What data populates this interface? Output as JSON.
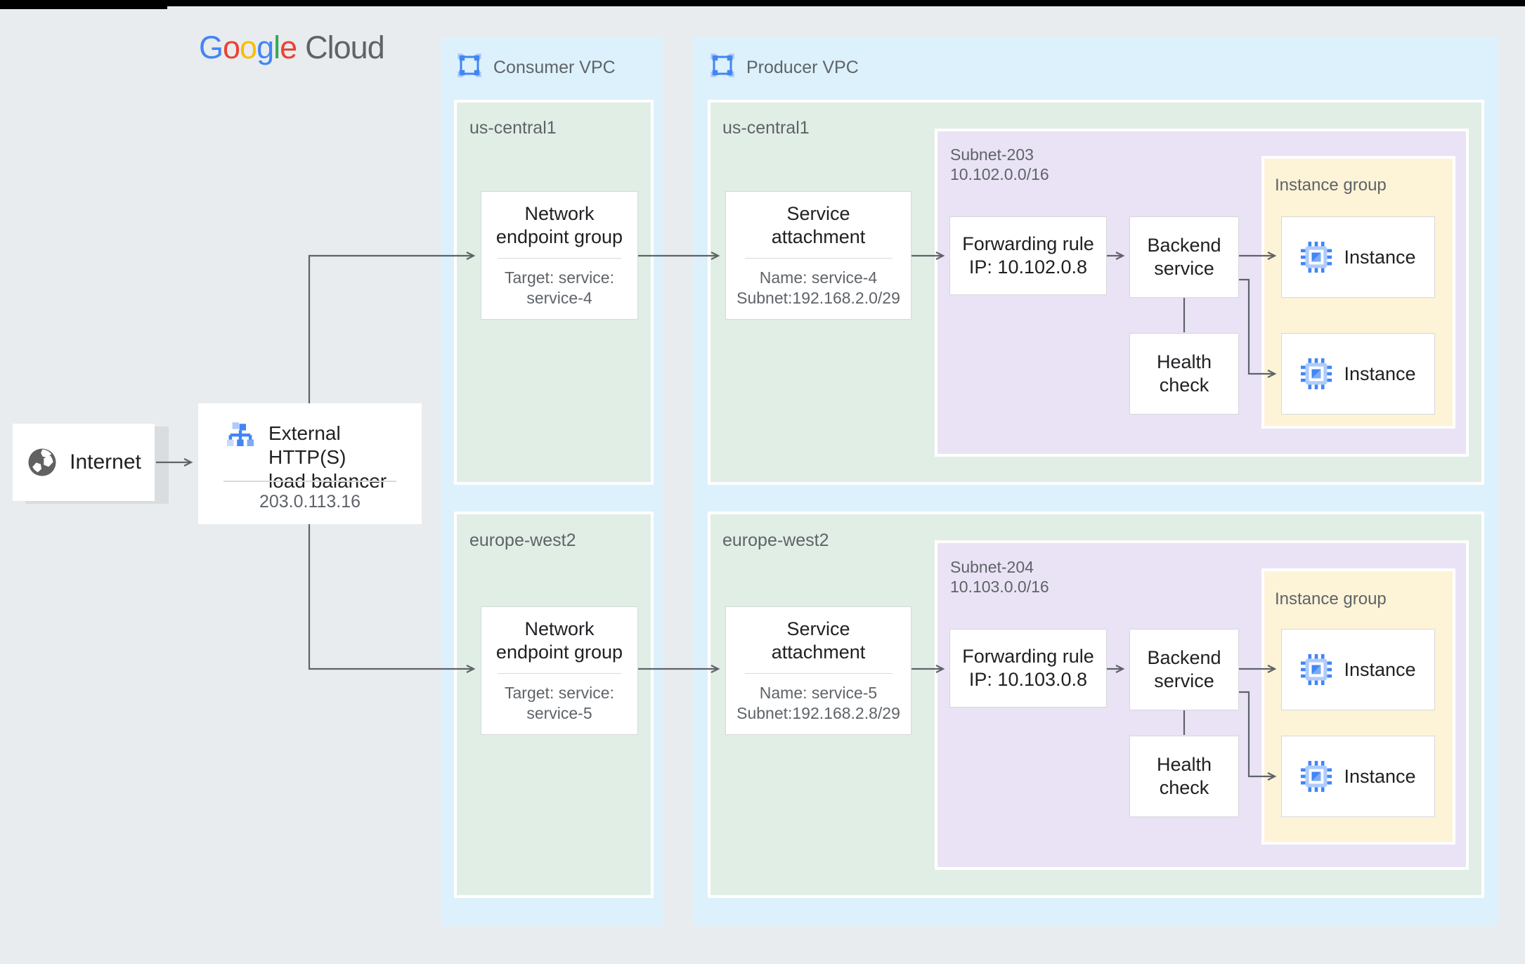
{
  "logo": {
    "letters": [
      {
        "ch": "G",
        "color": "#4285F4"
      },
      {
        "ch": "o",
        "color": "#EA4335"
      },
      {
        "ch": "o",
        "color": "#FBBC04"
      },
      {
        "ch": "g",
        "color": "#4285F4"
      },
      {
        "ch": "l",
        "color": "#34A853"
      },
      {
        "ch": "e",
        "color": "#EA4335"
      }
    ],
    "cloud": "Cloud"
  },
  "colors": {
    "background": "#e8ecef",
    "vpc_blue": "#dcf1fb",
    "region_green": "#e1eee6",
    "subnet_purple": "#e9e3f5",
    "instance_group_yellow": "#fdf3d7",
    "accent_blue": "#4285f4",
    "text_dark": "#202124",
    "text_gray": "#5f6368"
  },
  "internet": {
    "label": "Internet",
    "icon": "globe-icon"
  },
  "load_balancer": {
    "title_line1": "External HTTP(S)",
    "title_line2": "load balancer",
    "ip": "203.0.113.16",
    "icon": "load-balancer-icon"
  },
  "consumer_vpc": {
    "title": "Consumer VPC",
    "regions": [
      {
        "name": "us-central1",
        "neg_title": "Network endpoint group",
        "neg_detail1": "Target: service:",
        "neg_detail2": "service-4"
      },
      {
        "name": "europe-west2",
        "neg_title": "Network endpoint group",
        "neg_detail1": "Target: service:",
        "neg_detail2": "service-5"
      }
    ]
  },
  "producer_vpc": {
    "title": "Producer VPC",
    "regions": [
      {
        "name": "us-central1",
        "sa_title": "Service attachment",
        "sa_detail1": "Name: service-4",
        "sa_detail2": "Subnet:192.168.2.0/29",
        "subnet_name": "Subnet-203",
        "subnet_cidr": "10.102.0.0/16",
        "fr_line1": "Forwarding rule",
        "fr_line2": "IP: 10.102.0.8",
        "backend_service": "Backend service",
        "health_check": "Health check",
        "instance_group": "Instance group",
        "instance1": "Instance",
        "instance2": "Instance"
      },
      {
        "name": "europe-west2",
        "sa_title": "Service attachment",
        "sa_detail1": "Name: service-5",
        "sa_detail2": "Subnet:192.168.2.8/29",
        "subnet_name": "Subnet-204",
        "subnet_cidr": "10.103.0.0/16",
        "fr_line1": "Forwarding rule",
        "fr_line2": "IP: 10.103.0.8",
        "backend_service": "Backend service",
        "health_check": "Health check",
        "instance_group": "Instance group",
        "instance1": "Instance",
        "instance2": "Instance"
      }
    ]
  }
}
